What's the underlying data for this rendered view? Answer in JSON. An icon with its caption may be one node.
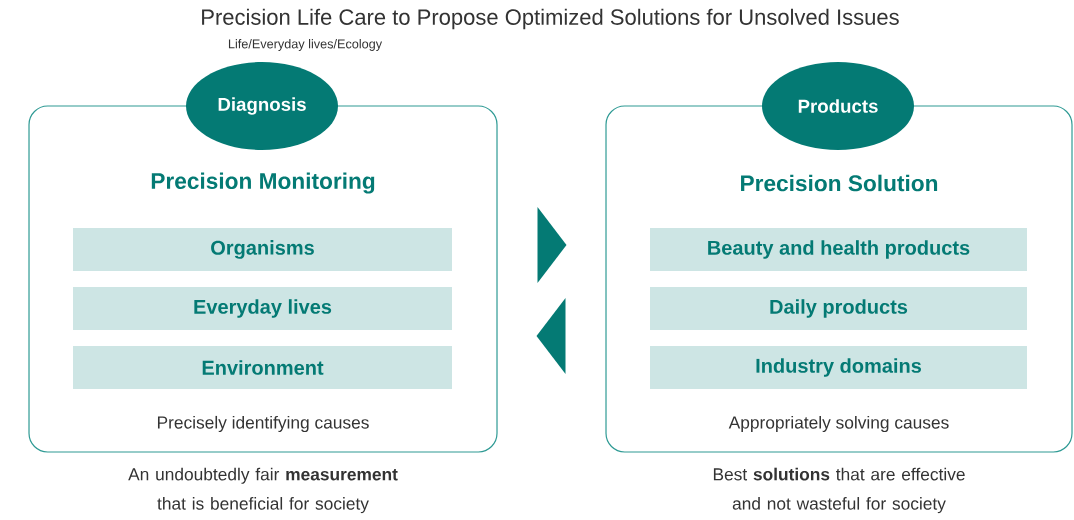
{
  "diagram": {
    "title": "Precision Life Care to Propose Optimized Solutions for Unsolved Issues",
    "nodes": [
      {
        "text": [
          "Diagnosis"
        ]
      },
      {
        "text": [
          "Precision Monitoring",
          "Precisely identifying causes"
        ],
        "beside": [
          "An undoubtedly fair **measurement** that is beneficial for society"
        ]
      },
      {
        "text": [
          "Organisms"
        ],
        "in": 1
      },
      {
        "text": [
          "Everyday lives"
        ],
        "in": 1
      },
      {
        "text": [
          "Environment"
        ],
        "in": 1
      },
      {
        "text": [
          "Products"
        ]
      },
      {
        "text": [
          "Precision Solution",
          "Appropriately solving causes"
        ],
        "beside": [
          "Best **solutions** that are effective and not wasteful for society"
        ]
      },
      {
        "text": [
          "Beauty and health products"
        ],
        "in": 6
      },
      {
        "text": [
          "Daily products"
        ],
        "in": 6
      },
      {
        "text": [
          "Industry domains"
        ],
        "in": 6
      }
    ],
    "edges": [
      {
        "from": 1,
        "to": 6,
        "arrow": "to"
      },
      {
        "from": 6,
        "to": 1,
        "arrow": "to"
      }
    ],
    "labels": [
      "Life/Everyday lives/Ecology"
    ]
  }
}
